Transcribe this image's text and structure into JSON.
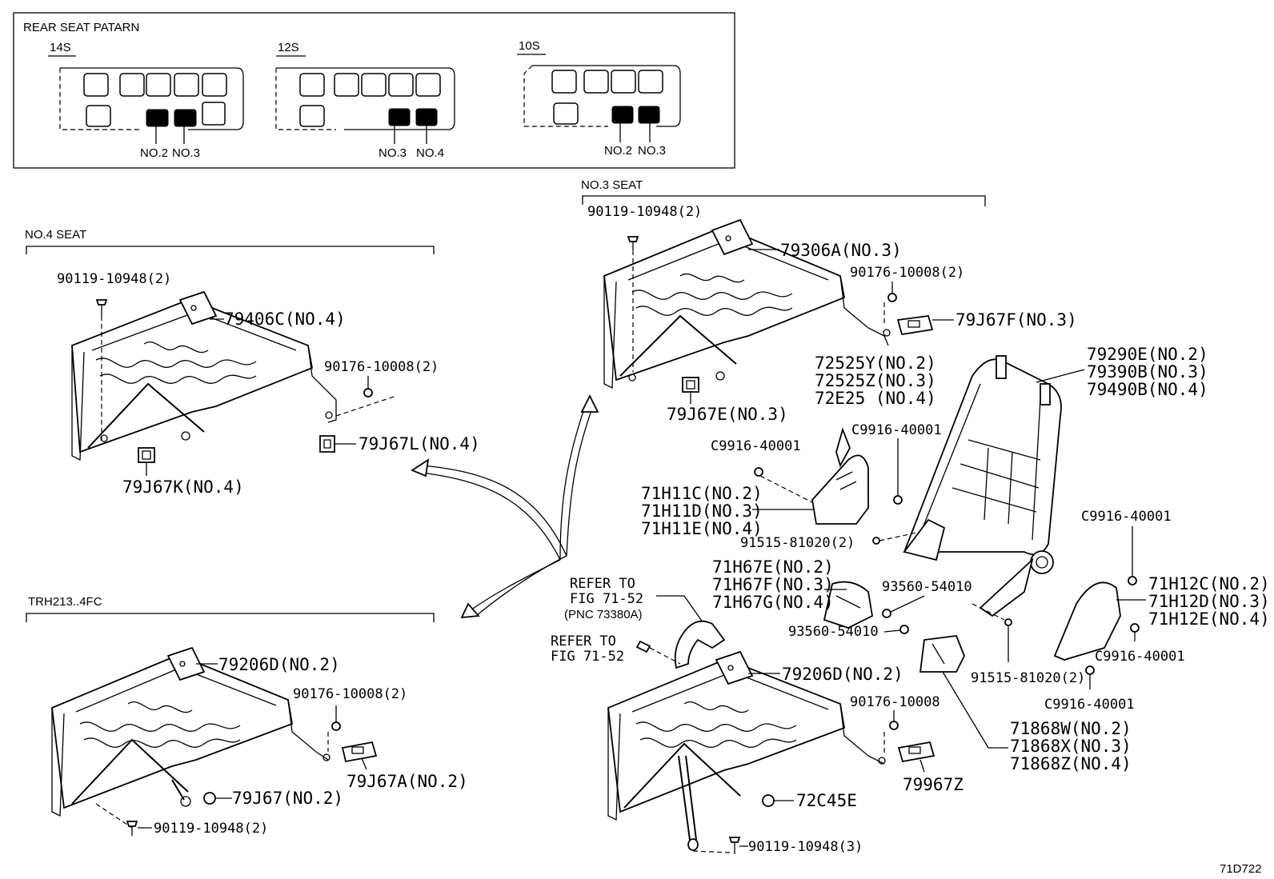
{
  "legend": {
    "title": "REAR SEAT PATARN",
    "variants": [
      {
        "name": "14S",
        "labels": [
          "NO.2",
          "NO.3"
        ]
      },
      {
        "name": "12S",
        "labels": [
          "NO.3",
          "NO.4"
        ]
      },
      {
        "name": "10S",
        "labels": [
          "NO.2",
          "NO.3"
        ]
      }
    ]
  },
  "sections": {
    "no4": "NO.4 SEAT",
    "no3": "NO.3 SEAT",
    "trh": "TRH213..4FC"
  },
  "refs": {
    "ref1": [
      "REFER TO",
      "FIG 71-52",
      "(PNC 73380A)"
    ],
    "ref2": [
      "REFER TO",
      "FIG 71-52"
    ]
  },
  "parts": {
    "no4": {
      "bolt": "90119-10948(2)",
      "frame": "79406C(NO.4)",
      "nut": "90176-10008(2)",
      "clip_l": "79J67L(NO.4)",
      "clip_k": "79J67K(NO.4)"
    },
    "no3": {
      "bolt": "90119-10948(2)",
      "frame": "79306A(NO.3)",
      "nut": "90176-10008(2)",
      "clip_f": "79J67F(NO.3)",
      "clip_e": "79J67E(NO.3)"
    },
    "trh": {
      "frame": "79206D(NO.2)",
      "nut": "90176-10008(2)",
      "clip_a": "79J67A(NO.2)",
      "clip": "79J67(NO.2)",
      "bolt": "90119-10948(2)"
    },
    "back": {
      "p72525": [
        "72525Y(NO.2)",
        "72525Z(NO.3)",
        "72E25 (NO.4)"
      ],
      "screw_a": "C9916-40001",
      "screw_b": "C9916-40001",
      "cover_h11": [
        "71H11C(NO.2)",
        "71H11D(NO.3)",
        "71H11E(NO.4)"
      ],
      "bolt_a": "91515-81020(2)",
      "frame": [
        "79290E(NO.2)",
        "79390B(NO.3)",
        "79490B(NO.4)"
      ],
      "screw_c": "C9916-40001",
      "cover_h12": [
        "71H12C(NO.2)",
        "71H12D(NO.3)",
        "71H12E(NO.4)"
      ],
      "screw_d": "C9916-40001",
      "screw_e": "C9916-40001",
      "cover_h67": [
        "71H67E(NO.2)",
        "71H67F(NO.3)",
        "71H67G(NO.4)"
      ],
      "clip_a": "93560-54010",
      "clip_b": "93560-54010",
      "bolt_b": "91515-81020(2)",
      "cover_868": [
        "71868W(NO.2)",
        "71868X(NO.3)",
        "71868Z(NO.4)"
      ]
    },
    "bottom": {
      "frame": "79206D(NO.2)",
      "nut": "90176-10008",
      "clip": "79967Z",
      "cap": "72C45E",
      "bolt": "90119-10948(3)"
    }
  },
  "figure_id": "71D722"
}
